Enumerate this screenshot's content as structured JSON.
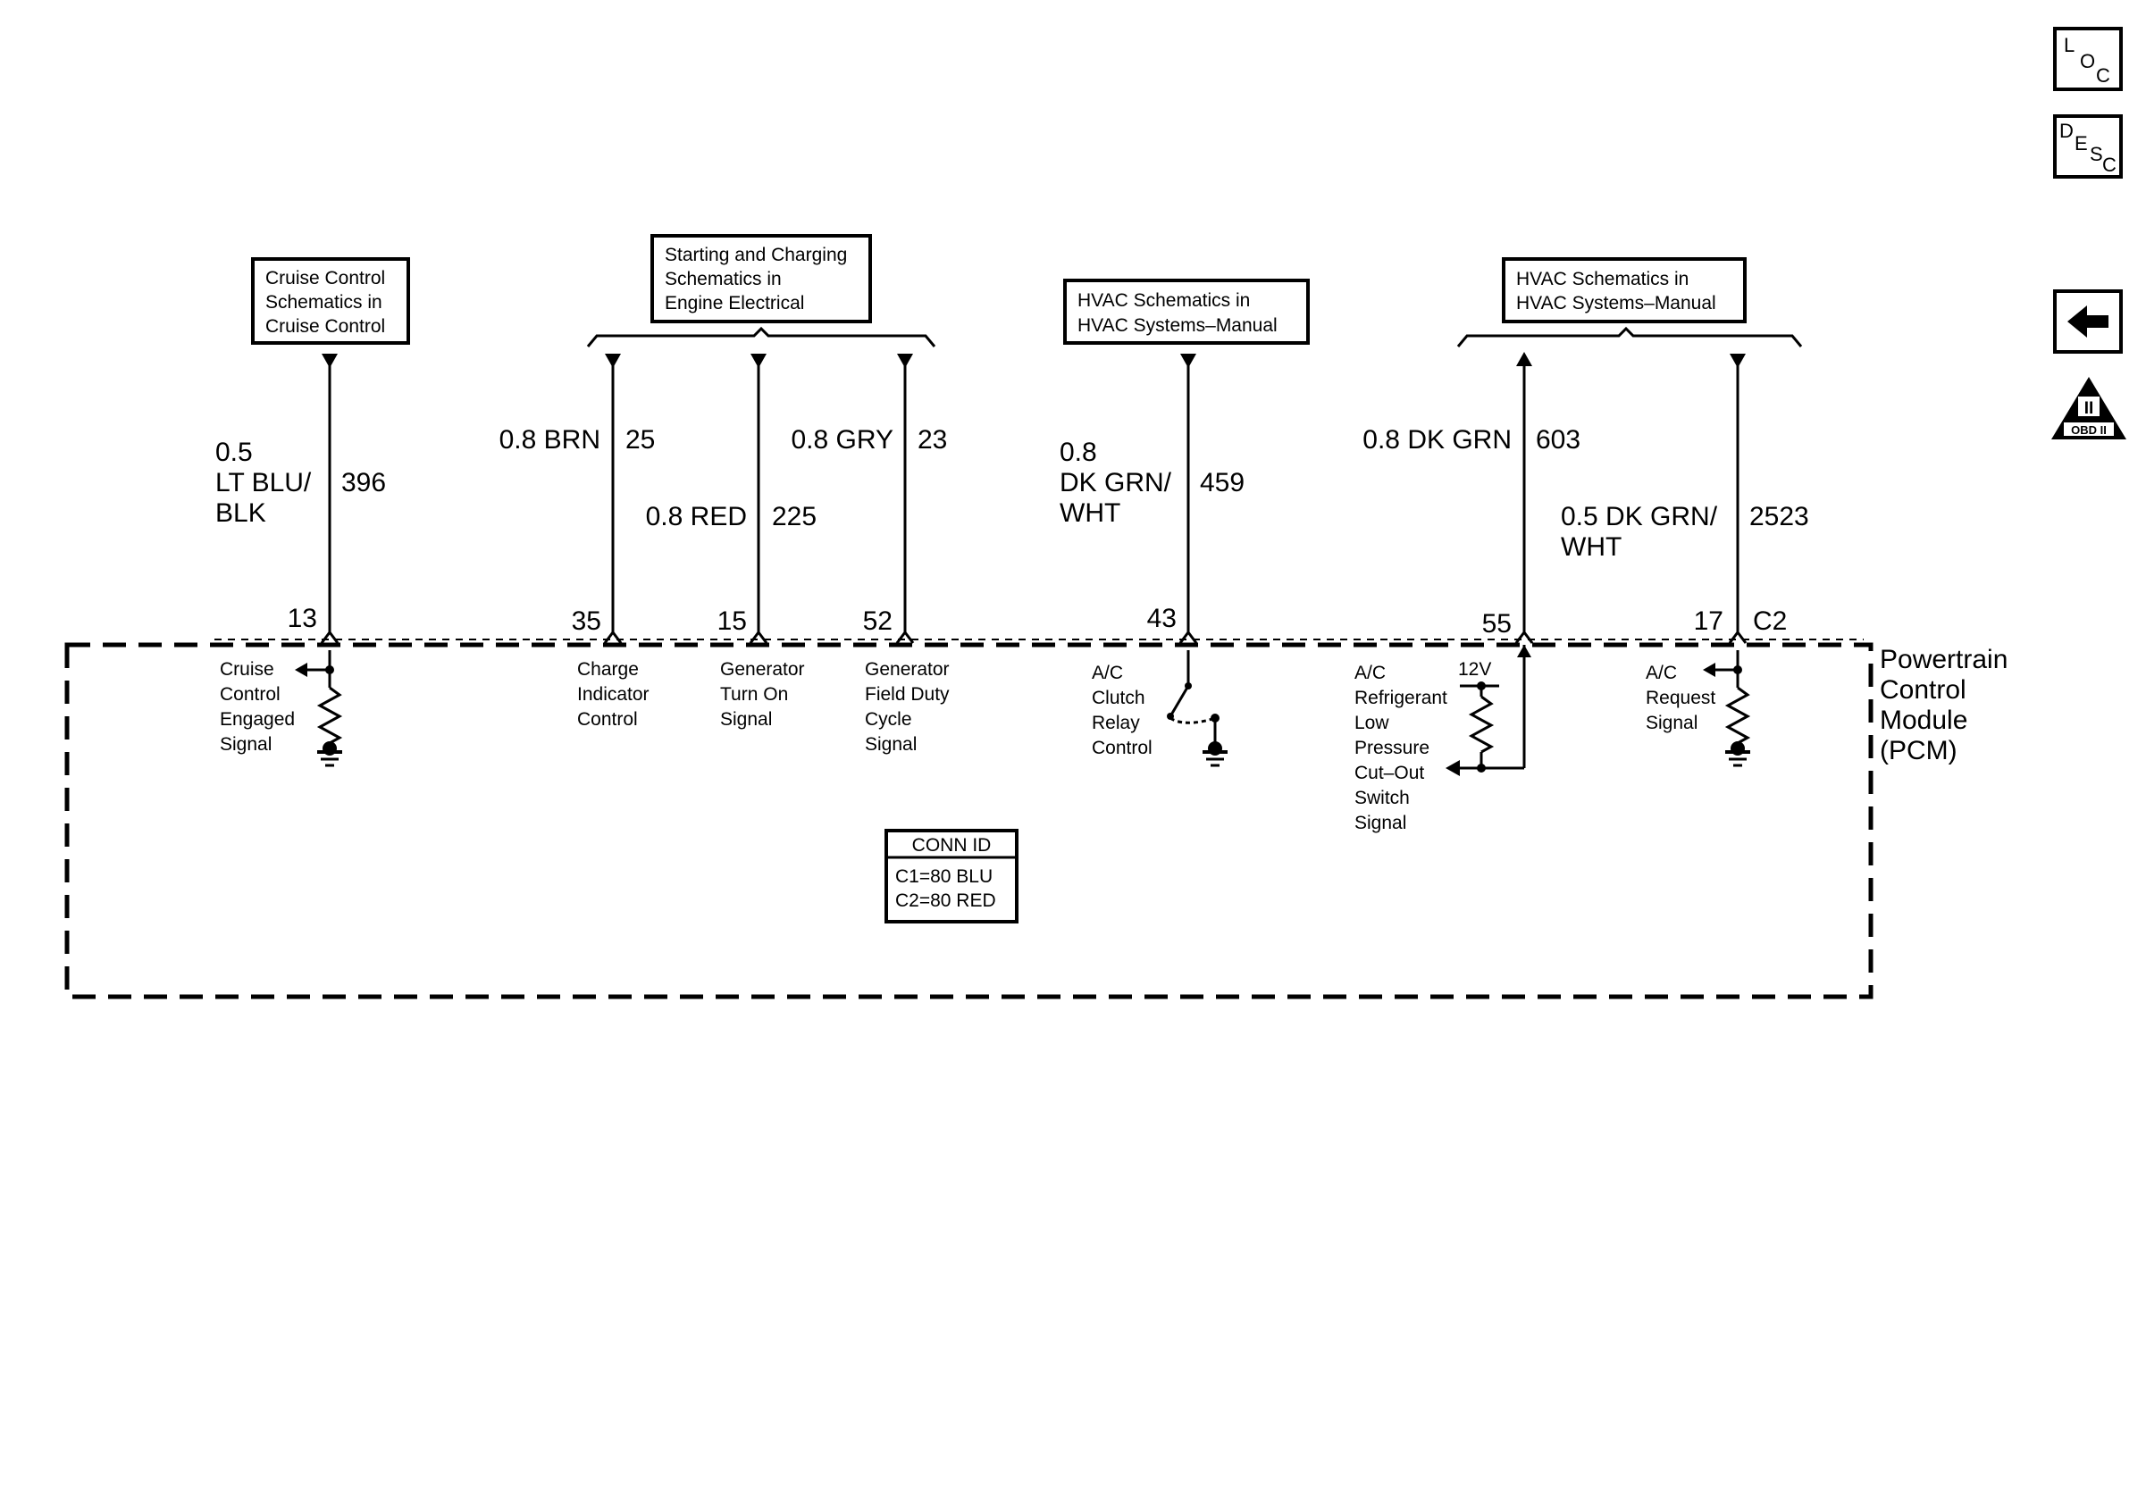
{
  "nav": {
    "loc": [
      "L",
      "O",
      "C"
    ],
    "desc": [
      "D",
      "E",
      "S",
      "C"
    ],
    "back": "back-arrow-icon",
    "obd": {
      "numeral": "II",
      "label": "OBD II"
    }
  },
  "refs": [
    [
      "Cruise Control",
      "Schematics in",
      "Cruise Control"
    ],
    [
      "Starting and Charging",
      "Schematics in",
      "Engine Electrical"
    ],
    [
      "HVAC Schematics in",
      "HVAC Systems–Manual"
    ],
    [
      "HVAC Schematics in",
      "HVAC Systems–Manual"
    ]
  ],
  "circuits": [
    {
      "pin": "13",
      "wire": [
        "0.5",
        "LT BLU/",
        "BLK"
      ],
      "circuit": "396",
      "signal": [
        "Cruise",
        "Control",
        "Engaged",
        "Signal"
      ]
    },
    {
      "pin": "35",
      "wire": [
        "0.8 BRN"
      ],
      "circuit": "25",
      "signal": [
        "Charge",
        "Indicator",
        "Control"
      ]
    },
    {
      "pin": "15",
      "wire": [
        "0.8 RED"
      ],
      "circuit": "225",
      "signal": [
        "Generator",
        "Turn On",
        "Signal"
      ]
    },
    {
      "pin": "52",
      "wire": [
        "0.8 GRY"
      ],
      "circuit": "23",
      "signal": [
        "Generator",
        "Field Duty",
        "Cycle",
        "Signal"
      ]
    },
    {
      "pin": "43",
      "wire": [
        "0.8",
        "DK GRN/",
        "WHT"
      ],
      "circuit": "459",
      "signal": [
        "A/C",
        "Clutch",
        "Relay",
        "Control"
      ]
    },
    {
      "pin": "55",
      "wire": [
        "0.8 DK GRN"
      ],
      "circuit": "603",
      "signal": [
        "A/C",
        "Refrigerant",
        "Low",
        "Pressure",
        "Cut–Out",
        "Switch",
        "Signal"
      ]
    },
    {
      "pin": "17",
      "wire": [
        "0.5 DK GRN/",
        "WHT"
      ],
      "circuit": "2523",
      "signal": [
        "A/C",
        "Request",
        "Signal"
      ]
    }
  ],
  "connector": "C2",
  "voltage": "12V",
  "module": [
    "Powertrain",
    "Control",
    "Module",
    "(PCM)"
  ],
  "conn_id": {
    "title": "CONN ID",
    "rows": [
      "C1=80 BLU",
      "C2=80 RED"
    ]
  }
}
